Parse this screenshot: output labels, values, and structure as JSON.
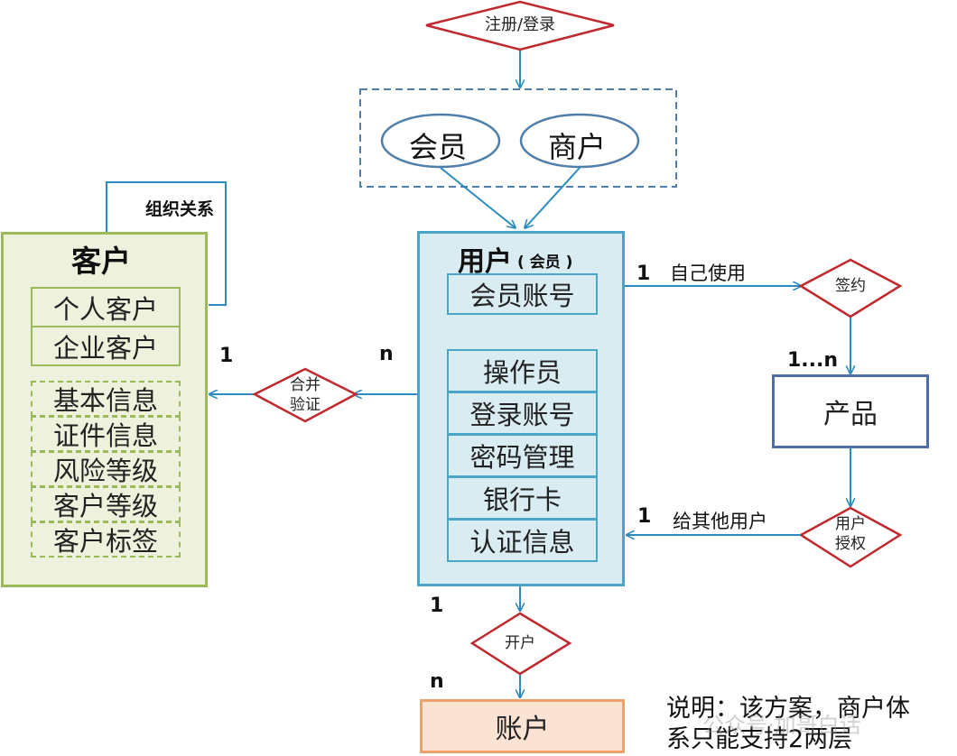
{
  "register": "注册/登录",
  "member": "会员",
  "merchant": "商户",
  "org_relation": "组织关系",
  "customer": {
    "title": "客户",
    "types": [
      "个人客户",
      "企业客户"
    ],
    "attributes": [
      "基本信息",
      "证件信息",
      "风险等级",
      "客户等级",
      "客户标签"
    ]
  },
  "user": {
    "title": "用户",
    "title_suffix": "( 会员 )",
    "account": "会员账号",
    "items": [
      "操作员",
      "登录账号",
      "密码管理",
      "银行卡",
      "认证信息"
    ]
  },
  "merge_verify": [
    "合并",
    "验证"
  ],
  "sign": "签约",
  "product": "产品",
  "authorize": [
    "用户",
    "授权"
  ],
  "open_account": "开户",
  "account_box": "账户",
  "self_use": "自己使用",
  "give_others": "给其他用户",
  "cardinality": {
    "user_customer_n": "n",
    "customer_1": "1",
    "self_use_1": "1",
    "product_1n": "1...n",
    "give_others_1": "1",
    "open_1": "1",
    "open_n": "n"
  },
  "note": [
    "说明：该方案，商户体",
    "系只能支持2两层"
  ],
  "watermark": "公众号·加哥白话",
  "colors": {
    "diamond_border": "#c0282d",
    "blue_line": "#2a8bbf",
    "dashed_group": "#4f7ea8",
    "ellipse": "#4f7ea8",
    "green": "#9bbb59",
    "green_fill": "#eef2dd",
    "user_fill": "#d9ecf2",
    "user_border": "#4aa6c9",
    "product_border": "#4f6ea8",
    "account_fill": "#fbe3d3",
    "account_border": "#f0a06a"
  }
}
